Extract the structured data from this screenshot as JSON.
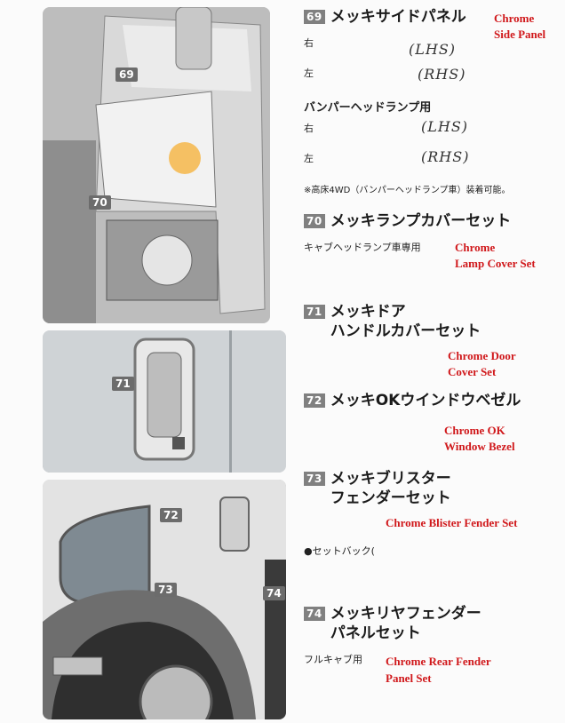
{
  "photo_labels": {
    "p69": "69",
    "p70": "70",
    "p71": "71",
    "p72": "72",
    "p73": "73",
    "p74": "74"
  },
  "items": {
    "s69": {
      "num": "69",
      "title": "メッキサイドパネル",
      "en1": "Chrome",
      "en2": "Side Panel",
      "right": "右",
      "left": "左",
      "right_note": "(LHS)",
      "left_note": "(RHS)",
      "sub_heading": "バンパーヘッドランプ用",
      "right2": "右",
      "left2": "左",
      "right2_note": "(LHS)",
      "left2_note": "(RHS)",
      "note": "※高床4WD（バンパーヘッドランプ車）装着可能。"
    },
    "s70": {
      "num": "70",
      "title": "メッキランプカバーセット",
      "sub": "キャブヘッドランプ車専用",
      "en1": "Chrome",
      "en2": "Lamp Cover Set"
    },
    "s71": {
      "num": "71",
      "title1": "メッキドア",
      "title2": "ハンドルカバーセット",
      "en1": "Chrome Door",
      "en2": "Cover Set"
    },
    "s72": {
      "num": "72",
      "title": "メッキOKウインドウベゼル",
      "en1": "Chrome OK",
      "en2": "Window Bezel"
    },
    "s73": {
      "num": "73",
      "title1": "メッキブリスター",
      "title2": "フェンダーセット",
      "en": "Chrome Blister Fender Set",
      "bullet": "●セットバック("
    },
    "s74": {
      "num": "74",
      "title1": "メッキリヤフェンダー",
      "title2": "パネルセット",
      "sub": "フルキャブ用",
      "en1": "Chrome Rear Fender",
      "en2": "Panel Set"
    }
  }
}
